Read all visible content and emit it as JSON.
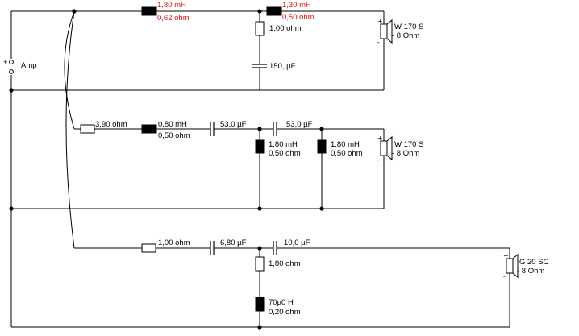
{
  "amp": {
    "label": "Amp",
    "plus": "+",
    "minus": "-"
  },
  "branch1": {
    "l1": {
      "value": "1,80 mH",
      "resistance": "0,62 ohm"
    },
    "l2": {
      "value": "1,30 mH",
      "resistance": "0,50 ohm"
    },
    "r1": {
      "value": "1,00 ohm"
    },
    "c1": {
      "value": "150, µF"
    },
    "speaker": {
      "name": "W 170 S",
      "impedance": "- 8 Ohm"
    }
  },
  "branch2": {
    "r1": {
      "value": "3,90 ohm"
    },
    "l1": {
      "value": "0,80 mH",
      "resistance": "0,50 ohm"
    },
    "c1": {
      "value": "53,0 µF"
    },
    "c2": {
      "value": "53,0 µF"
    },
    "l2": {
      "value": "1,80 mH",
      "resistance": "0,50 ohm"
    },
    "l3": {
      "value": "1,80 mH",
      "resistance": "0,50 ohm"
    },
    "speaker": {
      "name": "W 170 S",
      "impedance": "- 8 Ohm"
    }
  },
  "branch3": {
    "r1": {
      "value": "1,00 ohm"
    },
    "c1": {
      "value": "6,80 µF"
    },
    "c2": {
      "value": "10,0 µF"
    },
    "r2": {
      "value": "1,80 ohm"
    },
    "l1": {
      "value": "70µ0 H",
      "resistance": "0,20 ohm"
    },
    "speaker": {
      "name": "G 20 SC",
      "impedance": "- 8 Ohm"
    }
  },
  "speaker_symbol": {
    "plus": "+",
    "minus": "-"
  },
  "colors": {
    "highlight": "#e01010",
    "line": "#000000"
  }
}
